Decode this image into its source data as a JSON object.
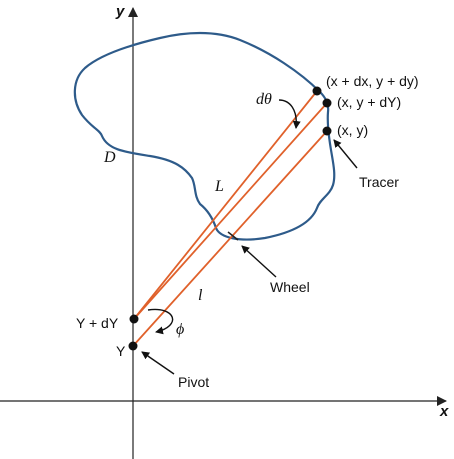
{
  "axes": {
    "x_label": "x",
    "y_label": "y"
  },
  "region_label": "D",
  "points": {
    "top_corner": "(x + dx, y + dy)",
    "middle_corner": "(x, y + dY)",
    "tracer_point": "(x, y)",
    "upper_pivot": "Y + dY",
    "pivot_point": "Y"
  },
  "labels": {
    "tracer": "Tracer",
    "wheel": "Wheel",
    "pivot": "Pivot",
    "arm_length": "L",
    "arm_segment": "l",
    "angle_small": "dθ",
    "angle_phi": "ϕ"
  },
  "colors": {
    "arm": "#e0612b",
    "curve": "#2e5b8a",
    "axis": "#222222",
    "text": "#111111"
  }
}
